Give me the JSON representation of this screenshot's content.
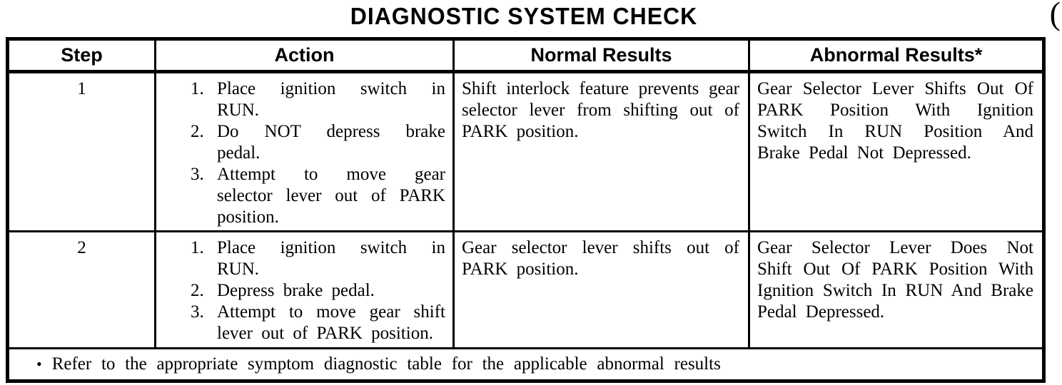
{
  "page": {
    "title": "DIAGNOSTIC SYSTEM CHECK",
    "corner_mark": "(",
    "colors": {
      "ink": "#000000",
      "paper": "#ffffff"
    }
  },
  "table": {
    "headers": [
      "Step",
      "Action",
      "Normal Results",
      "Abnormal Results*"
    ],
    "rows": [
      {
        "step": "1",
        "action_items": [
          {
            "num": "1.",
            "text": "Place ignition switch in RUN."
          },
          {
            "num": "2.",
            "text": "Do NOT depress brake pedal."
          },
          {
            "num": "3.",
            "text": "Attempt to move gear selector lever out of PARK position."
          }
        ],
        "normal": "Shift interlock feature prevents gear selector lever from shifting out of PARK position.",
        "abnormal": "Gear Selector Lever Shifts Out Of PARK Position With Ignition Switch In RUN Position And Brake Pedal Not Depressed."
      },
      {
        "step": "2",
        "action_items": [
          {
            "num": "1.",
            "text": "Place ignition switch in RUN."
          },
          {
            "num": "2.",
            "text": "Depress brake pedal."
          },
          {
            "num": "3.",
            "text": "Attempt to move gear shift lever out of PARK position."
          }
        ],
        "normal": "Gear selector lever shifts out of PARK position.",
        "abnormal": "Gear Selector Lever Does Not Shift Out Of PARK Position With Ignition Switch In RUN And Brake Pedal Depressed."
      }
    ],
    "footnote": {
      "bullet": "•",
      "text": "Refer to the appropriate symptom diagnostic table for the applicable abnormal results"
    }
  }
}
